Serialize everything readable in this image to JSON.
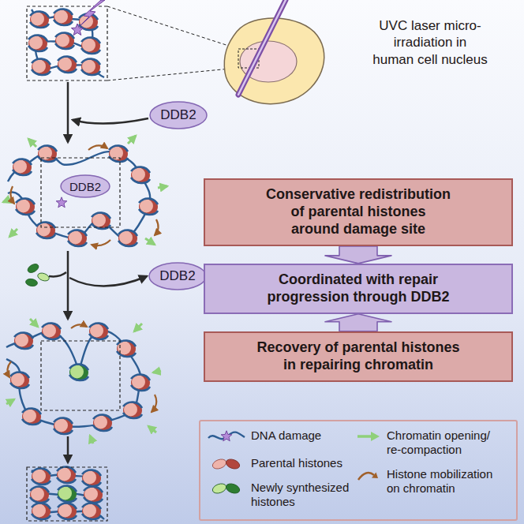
{
  "diagram": {
    "nodes": [
      {
        "text": [
          "DDB2"
        ]
      },
      {
        "text": [
          "DDB2"
        ]
      },
      {
        "text": [
          "DDB2"
        ]
      },
      {
        "text": [
          "Conservative redistribution of parental histones around damage site"
        ]
      },
      {
        "text": [
          "Coordinated with repair progression through DDB2"
        ]
      },
      {
        "text": [
          "Recovery of parental histones in repairing chromatin"
        ]
      }
    ],
    "edges": [
      {
        "from": 3,
        "to": 4,
        "arrow": "to"
      },
      {
        "from": 5,
        "to": 4,
        "arrow": "to"
      }
    ],
    "labels": [
      "UVC laser micro-irradiation in human cell nucleus"
    ],
    "legend": [
      {
        "text": "DNA damage"
      },
      {
        "text": "Parental histones"
      },
      {
        "text": "Newly synthesized histones"
      },
      {
        "text": "Chromatin opening/ re-compaction"
      },
      {
        "text": "Histone mobilization on chromatin"
      }
    ]
  }
}
